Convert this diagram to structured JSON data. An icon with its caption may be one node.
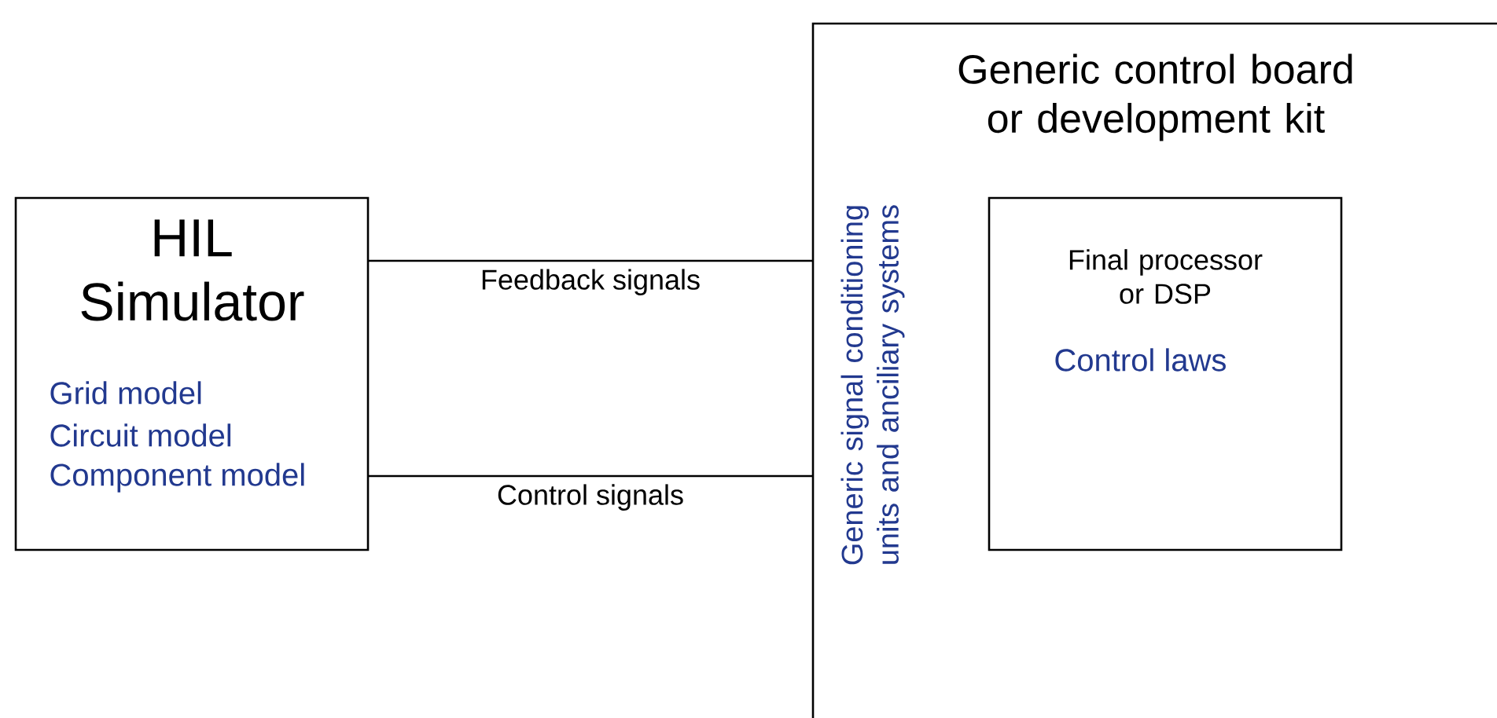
{
  "diagram": {
    "nodes": [
      {
        "text": [
          "HIL Simulator",
          "Grid model",
          "Circuit model",
          "Component model"
        ]
      },
      {
        "text": [
          "Generic control board or development kit",
          "Generic signal conditioning units and anciliary systems"
        ]
      },
      {
        "text": [
          "Final processor or DSP",
          "Control laws"
        ],
        "in": 1
      }
    ],
    "edges": [
      {
        "from": 0,
        "to": 1,
        "arrow": "none",
        "label": "Feedback signals"
      },
      {
        "from": 0,
        "to": 1,
        "arrow": "none",
        "label": "Control signals"
      }
    ]
  }
}
